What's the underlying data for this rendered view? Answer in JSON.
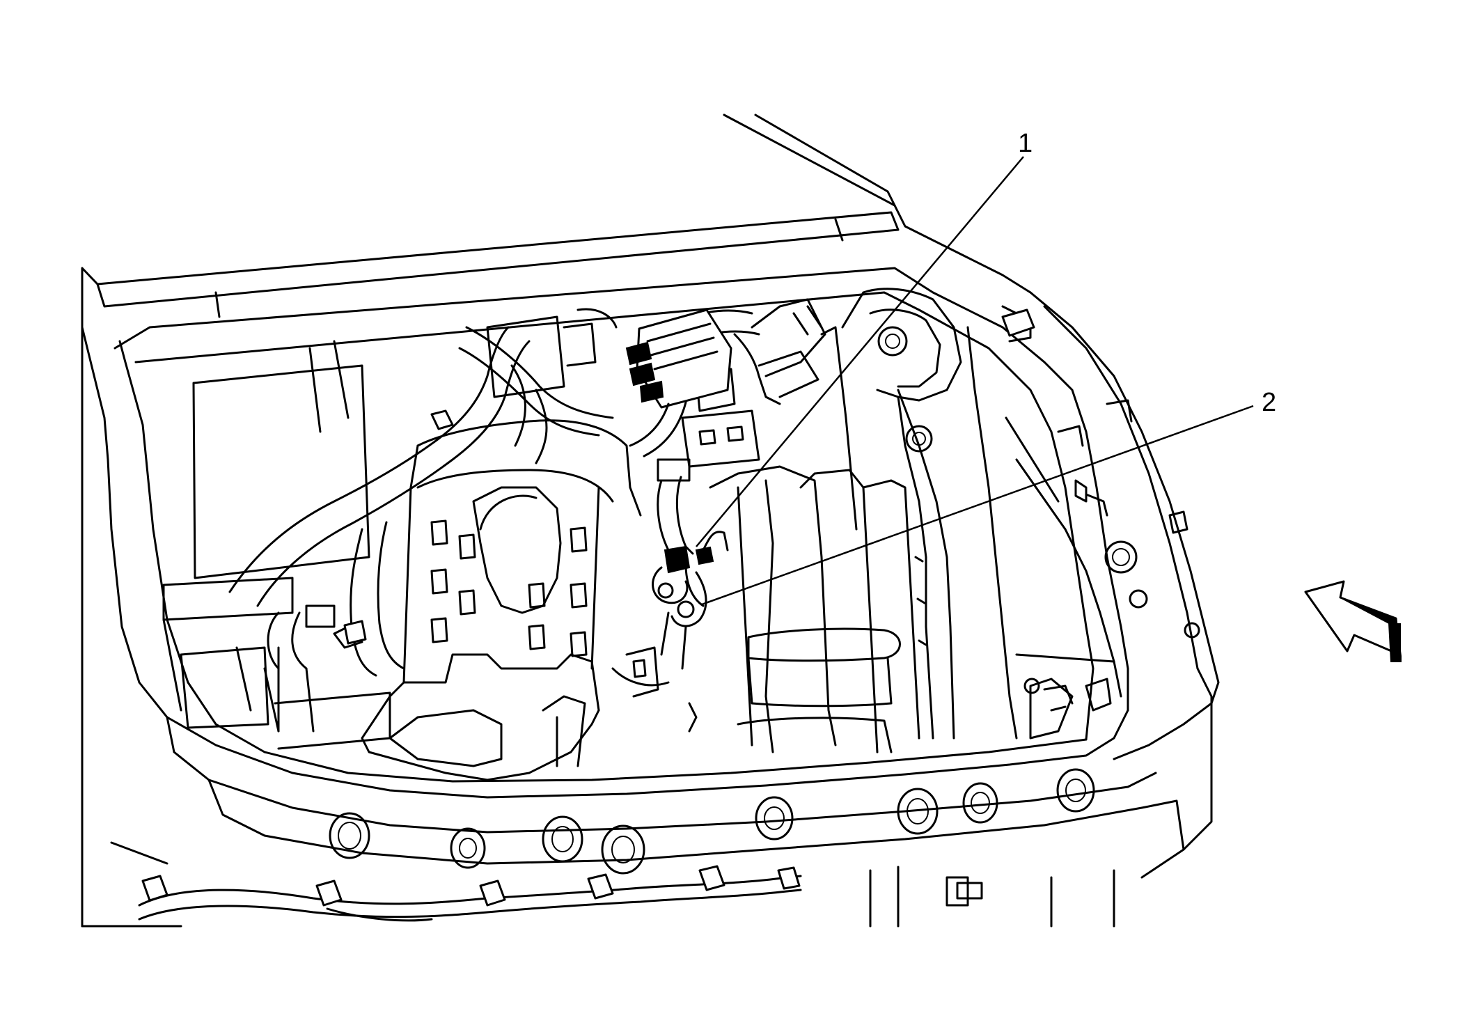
{
  "diagram": {
    "callouts": [
      {
        "id": "1",
        "label": "1"
      },
      {
        "id": "2",
        "label": "2"
      }
    ],
    "colors": {
      "line": "#000000",
      "background": "#ffffff"
    },
    "view_arrow_icon": "view-direction-arrow-icon"
  }
}
